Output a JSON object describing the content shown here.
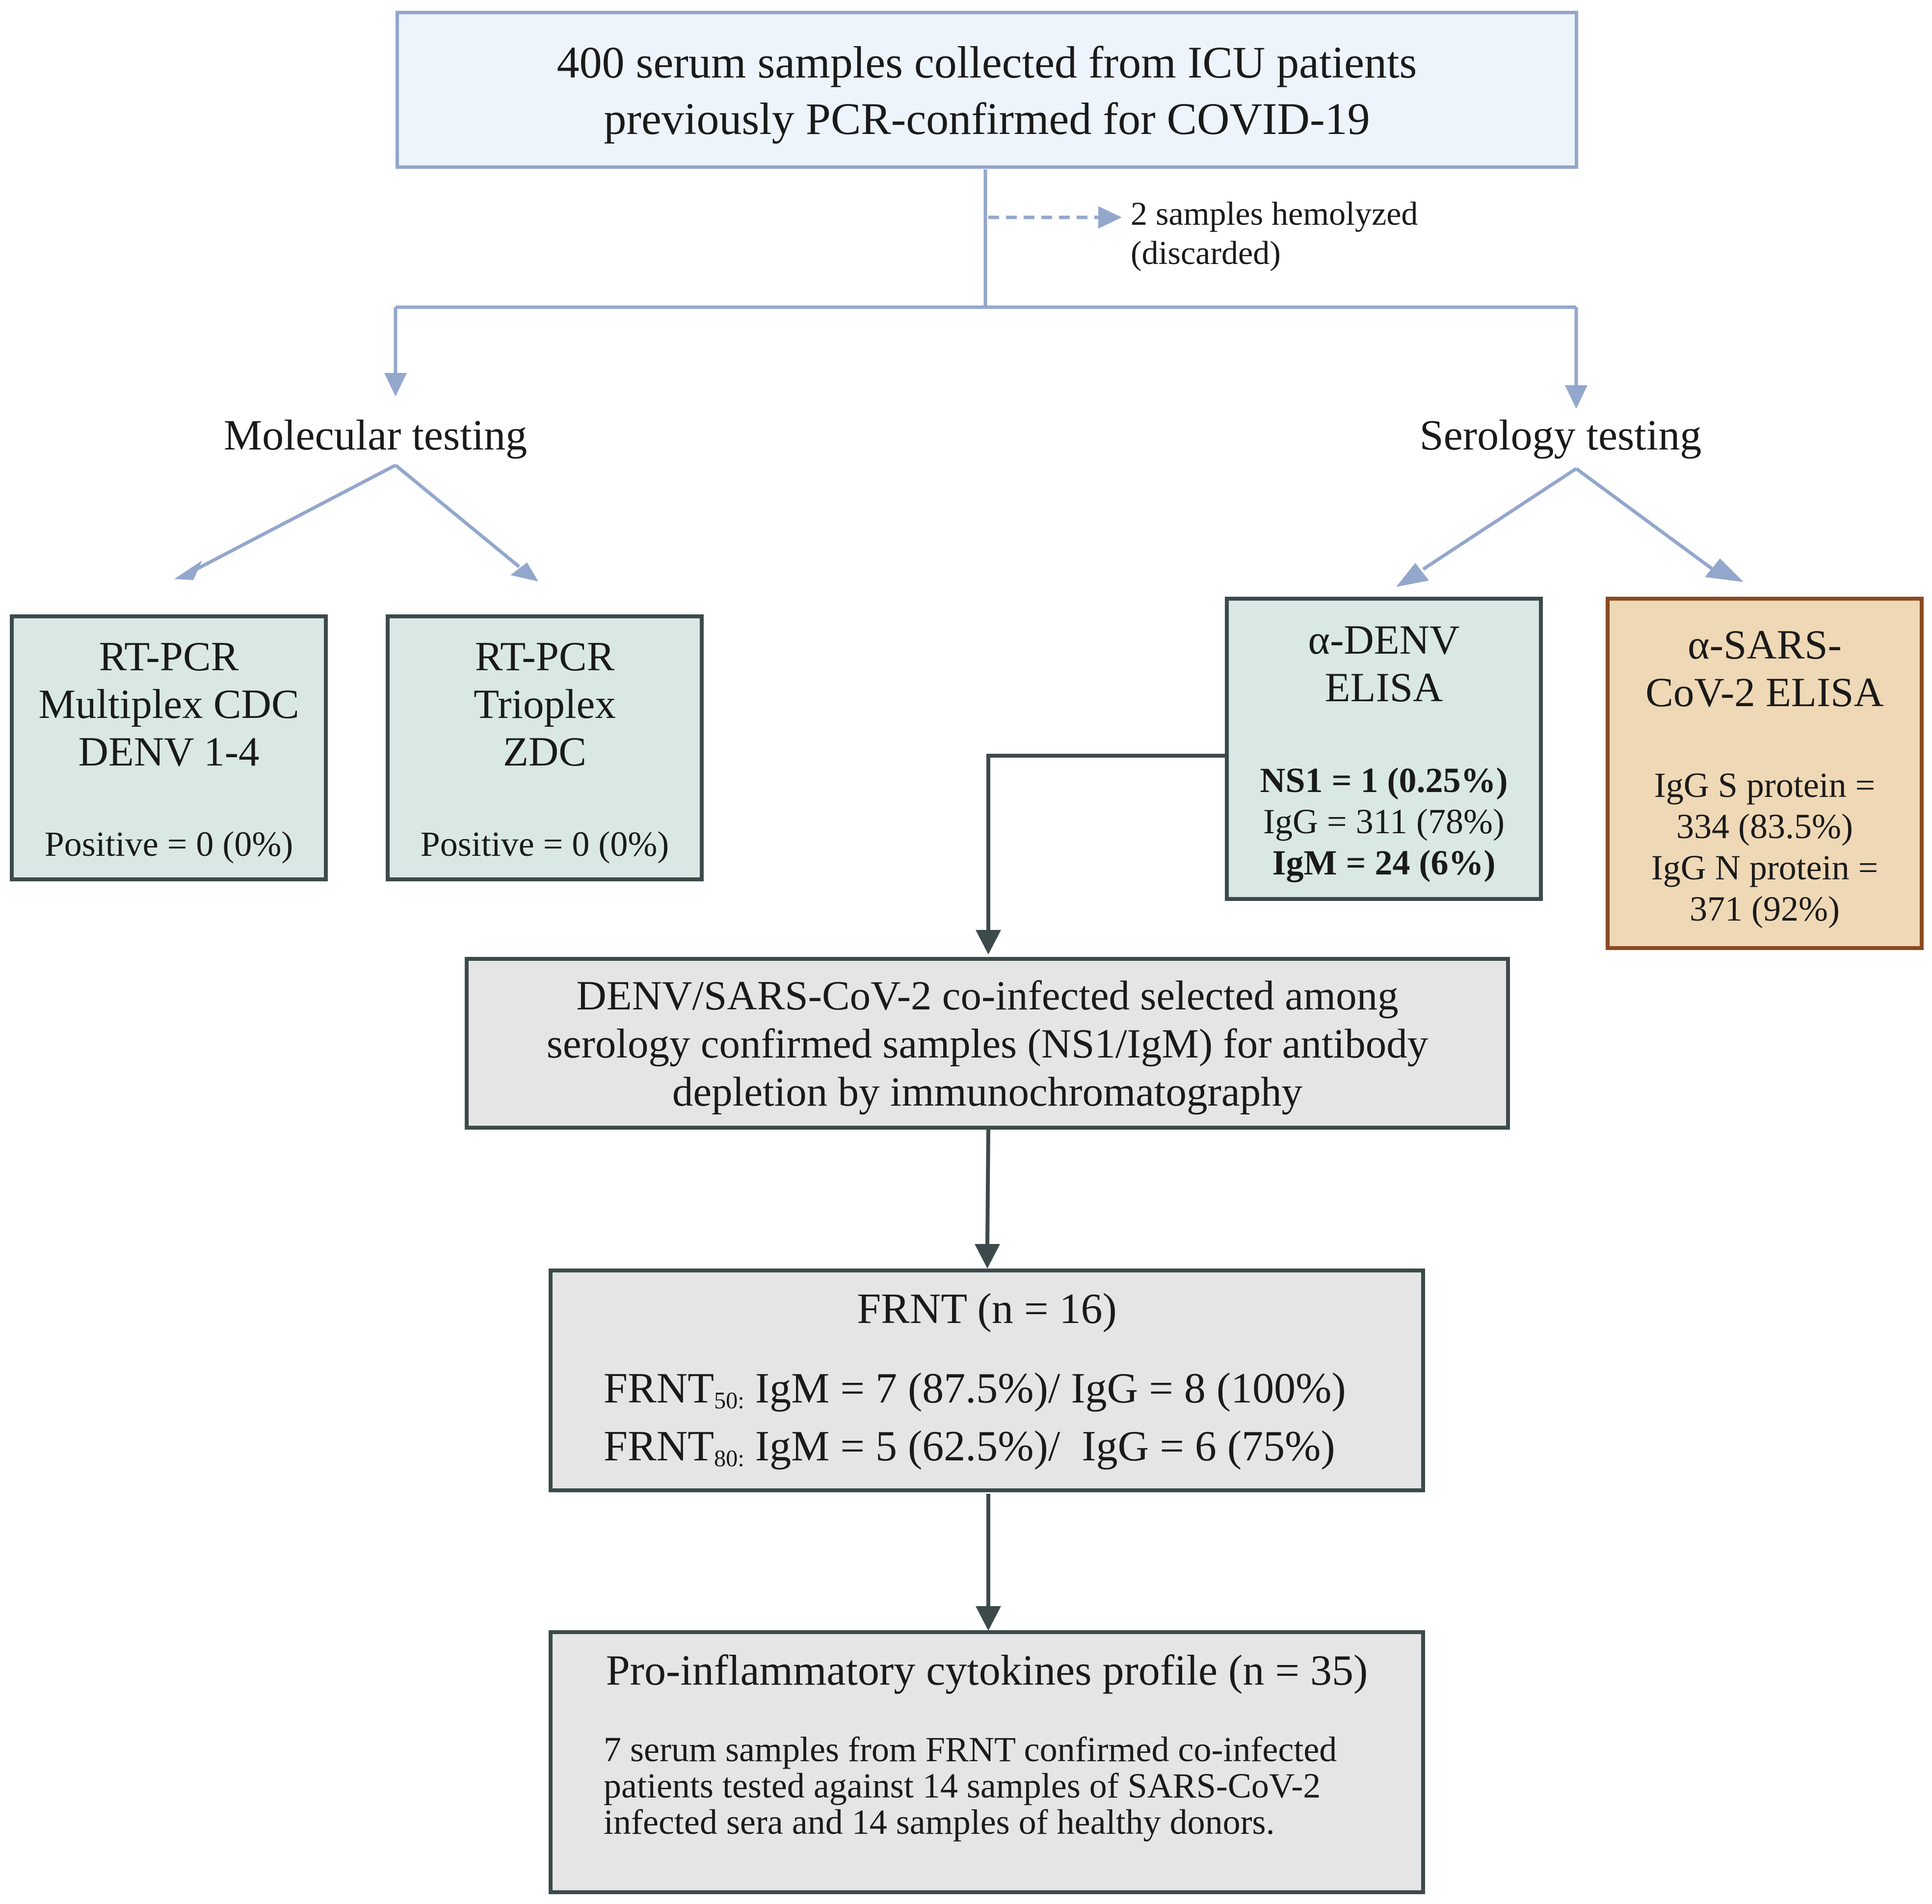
{
  "colors": {
    "top_fill": "#edf4fc",
    "top_border": "#93a7cc",
    "connector_light": "#93a7cc",
    "connector_dark": "#3d4a4b",
    "teal_fill": "#d9e8e5",
    "tan_fill": "#efd8b5",
    "tan_border": "#8a4a20",
    "gray_fill": "#e5e5e5"
  },
  "top": {
    "line1": "400 serum samples collected from ICU patients",
    "line2": "previously PCR-confirmed for COVID-19"
  },
  "discarded": {
    "line1": "2 samples hemolyzed",
    "line2": "(discarded)"
  },
  "molecular": {
    "title": "Molecular testing",
    "box1": {
      "line1": "RT-PCR",
      "line2": "Multiplex CDC",
      "line3": "DENV 1-4",
      "result": "Positive = 0 (0%)"
    },
    "box2": {
      "line1": "RT-PCR",
      "line2": "Trioplex",
      "line3": "ZDC",
      "result": "Positive = 0 (0%)"
    }
  },
  "serology": {
    "title": "Serology testing",
    "denv": {
      "line1": "α-DENV",
      "line2": "ELISA",
      "ns1": "NS1 = 1 (0.25%)",
      "igg": "IgG = 311 (78%)",
      "igm": "IgM = 24 (6%)"
    },
    "sars": {
      "line1": "α-SARS-",
      "line2": "CoV-2 ELISA",
      "s1": "IgG S protein =",
      "s2": "334 (83.5%)",
      "n1": "IgG N protein =",
      "n2": "371 (92%)"
    }
  },
  "coinfected": {
    "line1": "DENV/SARS-CoV-2 co-infected selected among",
    "line2": "serology confirmed samples (NS1/IgM) for antibody",
    "line3": "depletion by immunochromatography"
  },
  "frnt": {
    "title": "FRNT (n = 16)",
    "row1_prefix": "FRNT",
    "row1_sub": "50:",
    "row1_text": " IgM = 7 (87.5%)/ IgG = 8 (100%)",
    "row2_prefix": "FRNT",
    "row2_sub": "80:",
    "row2_text": " IgM = 5 (62.5%)/  IgG = 6 (75%)"
  },
  "cytokines": {
    "title": "Pro-inflammatory cytokines profile (n = 35)",
    "line1": "7 serum samples from FRNT confirmed co-infected",
    "line2": "patients tested against 14 samples of SARS-CoV-2",
    "line3": "infected sera and 14 samples of healthy donors."
  }
}
